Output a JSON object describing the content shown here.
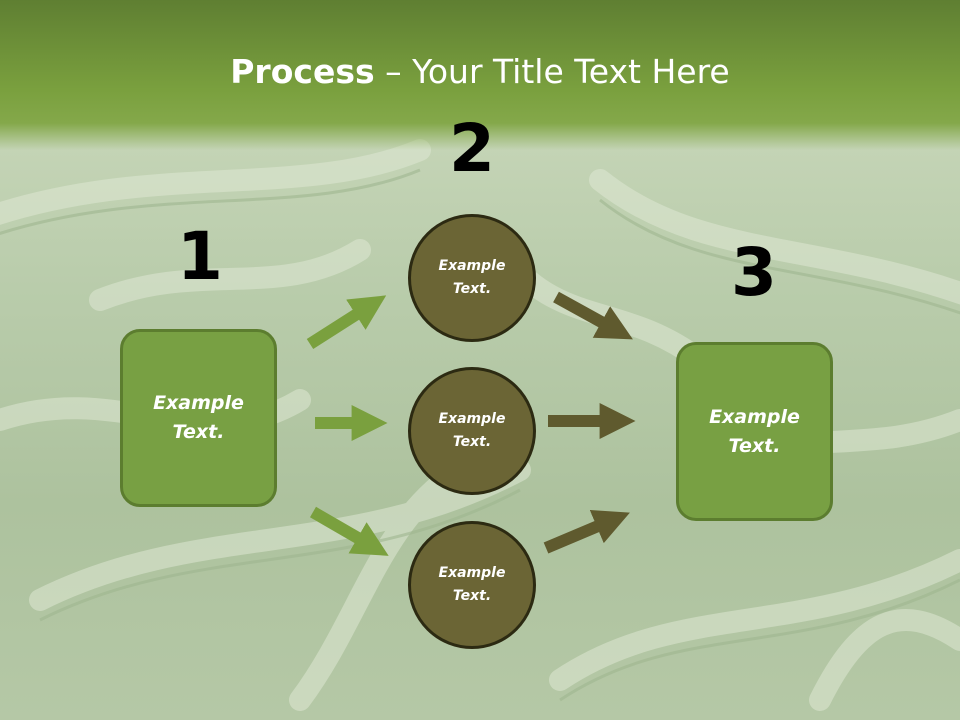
{
  "title": {
    "bold": "Process",
    "rest": " – Your Title Text Here"
  },
  "steps": [
    {
      "number": "1",
      "label": "Example Text."
    },
    {
      "number": "2",
      "items": [
        "Example Text.",
        "Example Text.",
        "Example Text."
      ]
    },
    {
      "number": "3",
      "label": "Example Text."
    }
  ],
  "colors": {
    "header": "#7aa03e",
    "box": "#78a043",
    "circle": "#6b6535",
    "arrow_green": "#7aa03e",
    "arrow_olive": "#5f5a2e"
  }
}
